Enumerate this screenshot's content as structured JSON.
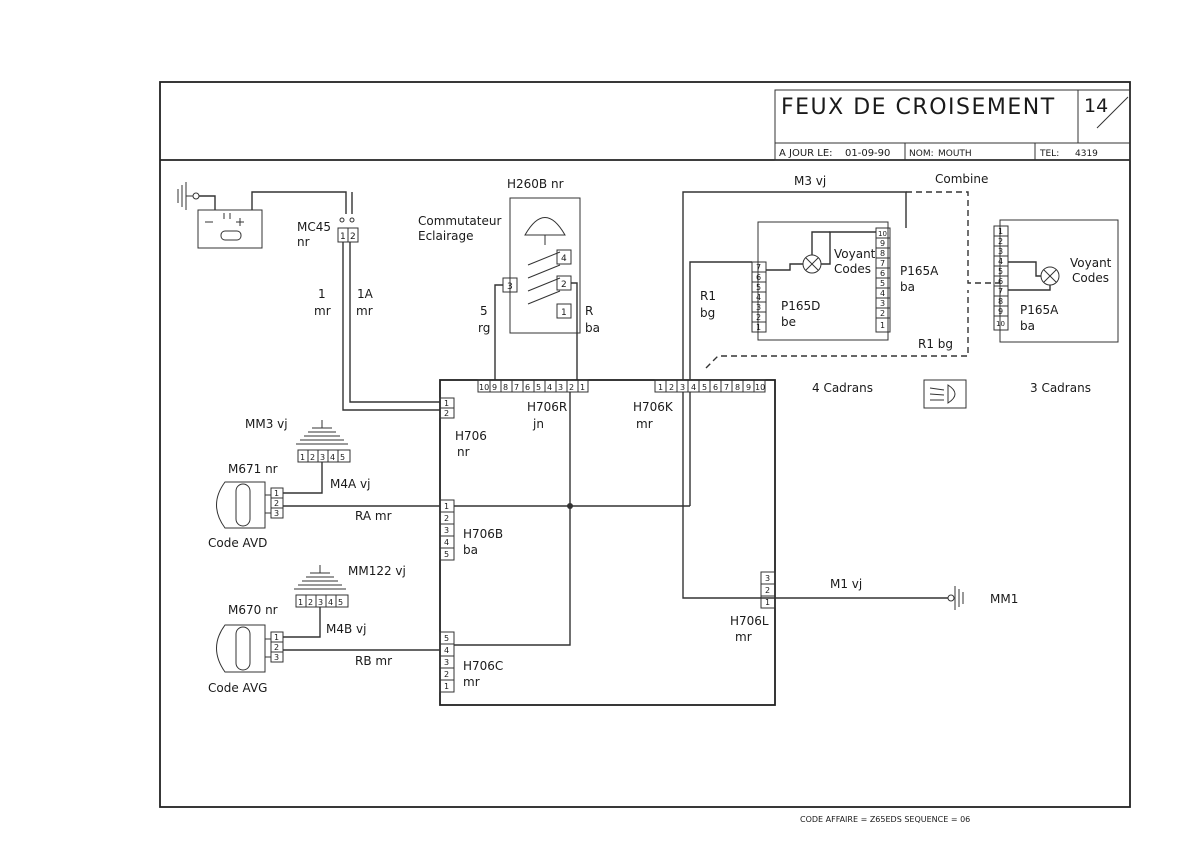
{
  "title_block": {
    "title": "FEUX DE CROISEMENT",
    "page": "14",
    "update_label": "A JOUR LE:",
    "update_date": "01-09-90",
    "name_label": "NOM:",
    "name_value": "MOUTH",
    "tel_label": "TEL:",
    "tel_value": "4319"
  },
  "footer": {
    "text": "CODE AFFAIRE = Z65EDS SEQUENCE = 06"
  },
  "components": {
    "mc45": {
      "ref": "MC45",
      "color": "nr"
    },
    "h260b": {
      "ref": "H260B nr"
    },
    "commutateur": {
      "line1": "Commutateur",
      "line2": "Eclairage"
    },
    "h706": {
      "ref": "H706",
      "color": "nr"
    },
    "h706r": {
      "ref": "H706R",
      "color": "jn"
    },
    "h706k": {
      "ref": "H706K",
      "color": "mr"
    },
    "h706b": {
      "ref": "H706B",
      "color": "ba"
    },
    "h706c": {
      "ref": "H706C",
      "color": "mr"
    },
    "h706l": {
      "ref": "H706L",
      "color": "mr"
    },
    "p165d": {
      "ref": "P165D",
      "color": "be"
    },
    "p165a_4": {
      "ref": "P165A",
      "color": "ba"
    },
    "p165a_3": {
      "ref": "P165A",
      "color": "ba"
    },
    "voyant_4": {
      "line1": "Voyant",
      "line2": "Codes"
    },
    "voyant_3": {
      "line1": "Voyant",
      "line2": "Codes"
    },
    "mm3": {
      "ref": "MM3 vj"
    },
    "mm122": {
      "ref": "MM122 vj"
    },
    "mm1": {
      "ref": "MM1"
    },
    "m671": {
      "ref": "M671 nr",
      "label": "Code AVD"
    },
    "m670": {
      "ref": "M670 nr",
      "label": "Code AVG"
    },
    "combine": "Combine",
    "cadrans4": "4 Cadrans",
    "cadrans3": "3 Cadrans"
  },
  "wires": {
    "w1": {
      "num": "1",
      "color": "mr"
    },
    "w1a": {
      "num": "1A",
      "color": "mr"
    },
    "w5": {
      "num": "5",
      "color": "rg"
    },
    "wr": {
      "num": "R",
      "color": "ba"
    },
    "wr1": {
      "num": "R1",
      "color": "bg"
    },
    "m3": "M3 vj",
    "r1bg": "R1 bg",
    "m4a": "M4A vj",
    "m4b": "M4B vj",
    "ra": "RA mr",
    "rb": "RB mr",
    "m1": "M1 vj"
  },
  "pins": {
    "mc45": [
      "1",
      "2"
    ],
    "h706": [
      "1",
      "2"
    ],
    "h706r": [
      "10",
      "9",
      "8",
      "7",
      "6",
      "5",
      "4",
      "3",
      "2",
      "1"
    ],
    "h706k": [
      "1",
      "2",
      "3",
      "4",
      "5",
      "6",
      "7",
      "8",
      "9",
      "10"
    ],
    "h706b": [
      "5",
      "4",
      "3",
      "2",
      "1"
    ],
    "h706c": [
      "1",
      "2",
      "3",
      "4",
      "5"
    ],
    "h706l": [
      "1",
      "2",
      "3"
    ],
    "sw_in": [
      "3"
    ],
    "sw_out": [
      "4",
      "2",
      "1"
    ],
    "mm3": [
      "1",
      "2",
      "3",
      "4",
      "5"
    ],
    "mm122": [
      "1",
      "2",
      "3",
      "4",
      "5"
    ],
    "m671": [
      "1",
      "2",
      "3"
    ],
    "m670": [
      "1",
      "2",
      "3"
    ],
    "p165d": [
      "1",
      "2",
      "3",
      "4",
      "5",
      "6",
      "7"
    ],
    "p165a_4": [
      "1",
      "2",
      "3",
      "4",
      "5",
      "6",
      "7",
      "8",
      "9",
      "10"
    ],
    "p165a_3": [
      "10",
      "9",
      "8",
      "7",
      "6",
      "5",
      "4",
      "3",
      "2",
      "1"
    ]
  }
}
